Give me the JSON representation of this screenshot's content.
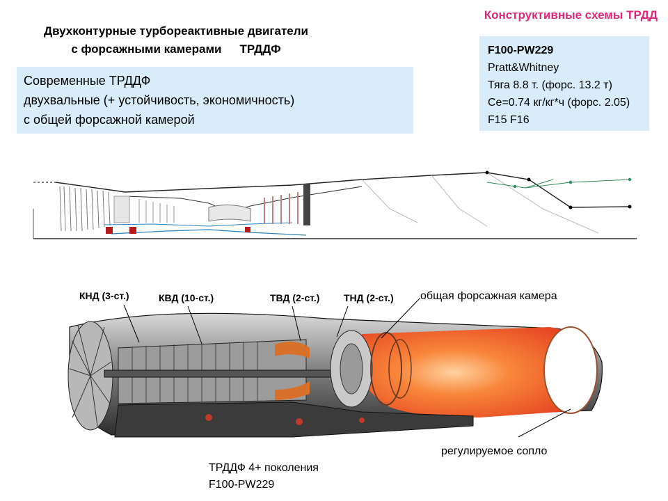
{
  "header": {
    "title": "Конструктивные схемы ТРДД"
  },
  "main_title": {
    "line1": "Двухконтурные турбореактивные двигатели",
    "line2_a": "с форсажными камерами",
    "line2_b": "ТРДДФ"
  },
  "description": {
    "line1": "Современные ТРДДФ",
    "line2": "двухвальные  (+ устойчивость, экономичность)",
    "line3": "с общей форсажной камерой"
  },
  "spec": {
    "model": "F100-PW229",
    "maker": "Pratt&Whitney",
    "thrust": "Тяга 8.8 т. (форс. 13.2 т)",
    "sfc": "Се=0.74 кг/кг*ч (форс. 2.05)",
    "aircraft": "F15   F16"
  },
  "callouts": {
    "lpc": "КНД (3-ст.)",
    "hpc": "КВД (10-ст.)",
    "hpt": "ТВД (2-ст.)",
    "lpt": "ТНД (2-ст.)",
    "afterburner": "общая форсажная камера",
    "nozzle": "регулируемое сопло"
  },
  "caption": {
    "line1": "ТРДДФ 4+ поколения",
    "line2": "F100-PW229"
  },
  "colors": {
    "accent": "#e0267a",
    "box": "#d8ecfa",
    "flame": "#f0522a",
    "schematic_green": "#2e8b57",
    "schematic_blue": "#2a7fc0"
  }
}
